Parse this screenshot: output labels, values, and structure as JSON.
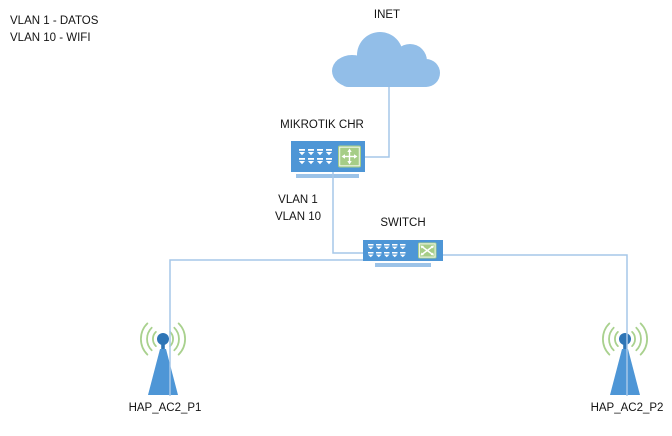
{
  "legend": {
    "lines": [
      "VLAN 1 - DATOS",
      "VLAN 10 - WIFI"
    ]
  },
  "nodes": {
    "inet": {
      "label": "INET",
      "type": "internet-cloud"
    },
    "mikrotik": {
      "label": "MIKROTIK CHR",
      "type": "router"
    },
    "switch": {
      "label": "SWITCH",
      "type": "switch"
    },
    "ap1": {
      "label": "HAP_AC2_P1",
      "type": "wireless-antenna"
    },
    "ap2": {
      "label": "HAP_AC2_P2",
      "type": "wireless-antenna"
    }
  },
  "links": {
    "inet_mikrotik": {
      "from": "INET",
      "to": "MIKROTIK CHR"
    },
    "mikrotik_switch": {
      "from": "MIKROTIK CHR",
      "to": "SWITCH",
      "labels": [
        "VLAN 1",
        "VLAN 10"
      ]
    },
    "switch_ap1": {
      "from": "SWITCH",
      "to": "HAP_AC2_P1"
    },
    "switch_ap2": {
      "from": "SWITCH",
      "to": "HAP_AC2_P2"
    }
  },
  "colors": {
    "device_blue": "#4E96D6",
    "cloud_blue": "#92BEE8",
    "line_blue": "#A6C7E8",
    "base_blue": "#9CC3E8",
    "antenna_ball_blue": "#2E75B6",
    "wave_green": "#A9D18E",
    "icon_green": "#A6CD87",
    "text": "#141414",
    "background": "#FFFFFF"
  }
}
